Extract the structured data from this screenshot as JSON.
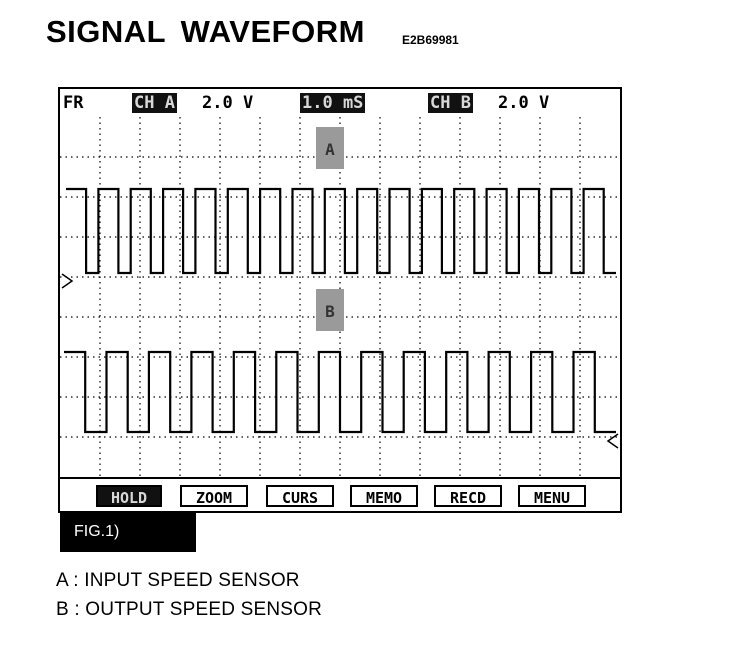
{
  "title": "SIGNAL WAVEFORM",
  "figure_code": "E2B69981",
  "scope": {
    "mode": "FR",
    "ch_a_label": "CH A",
    "ch_a_volts": "2.0 V",
    "timebase": "1.0 mS",
    "ch_b_label": "CH B",
    "ch_b_volts": "2.0 V",
    "marker_a": "A",
    "marker_b": "B",
    "softkeys": [
      {
        "label": "HOLD",
        "active": true
      },
      {
        "label": "ZOOM",
        "active": false
      },
      {
        "label": "CURS",
        "active": false
      },
      {
        "label": "MEMO",
        "active": false
      },
      {
        "label": "RECD",
        "active": false
      },
      {
        "label": "MENU",
        "active": false
      }
    ]
  },
  "fig_label": "FIG.1)",
  "legend": {
    "a": "A : INPUT SPEED SENSOR",
    "b": "B : OUTPUT SPEED SENSOR"
  },
  "waveforms": {
    "a": {
      "cycles": 17,
      "duty_low": 0.38
    },
    "b": {
      "cycles": 13,
      "duty_low": 0.5
    }
  }
}
